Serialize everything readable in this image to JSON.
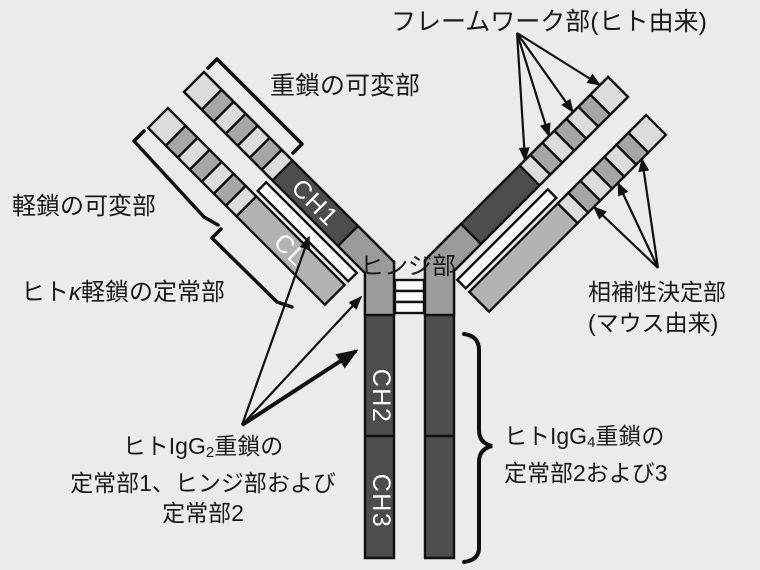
{
  "palette": {
    "background": "#ebebeb",
    "framework_segment": "#dcdcdc",
    "cdr_segment": "#a6a6a6",
    "heavy_constant_dark": "#4d4d4d",
    "hinge_gray": "#9b9b9b",
    "light_constant_gray": "#b3b3b3",
    "channel_white": "#fcfcfc",
    "line_black": "#111111",
    "text_black": "#1a1a1a",
    "label_white": "#ffffff"
  },
  "labels": {
    "framework": "フレームワーク部(ヒト由来)",
    "heavy_variable": "重鎖の可変部",
    "light_variable": "軽鎖の可変部",
    "kappa_pre": "ヒト",
    "kappa_char": "κ",
    "kappa_post": "軽鎖の定常部",
    "hinge": "ヒンジ部",
    "cdr_line1": "相補性決定部",
    "cdr_line2": "(マウス由来)",
    "igg2_pre": "ヒトIgG",
    "igg2_sub": "2",
    "igg2_tail": "重鎖の",
    "igg2_line2": "定常部1、ヒンジ部および",
    "igg2_line3": "定常部2",
    "igg4_pre": "ヒトIgG",
    "igg4_sub": "4",
    "igg4_tail": "重鎖の",
    "igg4_line2": "定常部2および3",
    "domain_ch1": "CH1",
    "domain_cl": "CL",
    "domain_ch2": "CH2",
    "domain_ch3": "CH3"
  },
  "structure": {
    "shape": "Y",
    "framework_arrow_count": 4,
    "cdr_arrow_count": 3,
    "igg2_arrow_count": 3,
    "hinge_disulfide_bars": 3,
    "variable_region_stripe_pattern": [
      "framework",
      "CDR",
      "framework",
      "CDR",
      "framework",
      "CDR",
      "framework"
    ]
  }
}
